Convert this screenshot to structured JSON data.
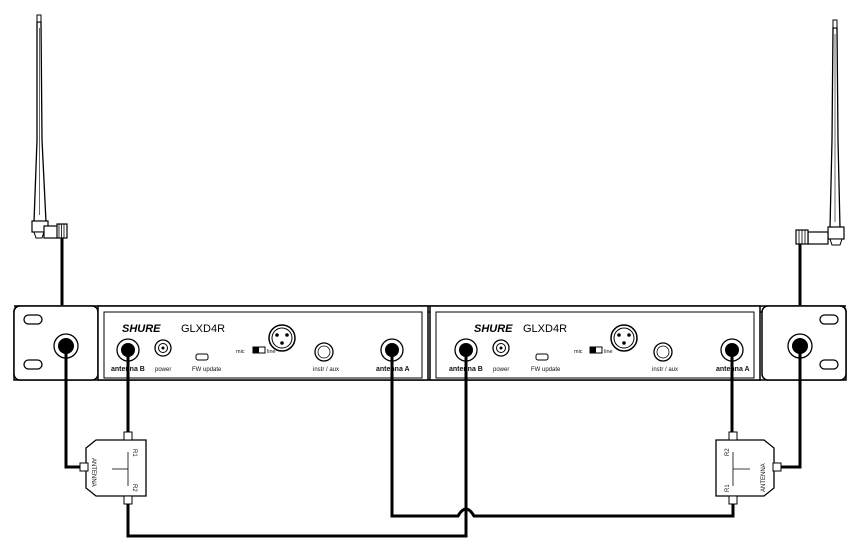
{
  "receivers": [
    {
      "brand": "SHURE",
      "model": "GLXD4R",
      "labels": {
        "antenna_b": "antenna B",
        "power": "power",
        "fw_update": "FW update",
        "mic": "mic",
        "line": "line",
        "instr_aux": "instr / aux",
        "antenna_a": "antenna A"
      }
    },
    {
      "brand": "SHURE",
      "model": "GLXD4R",
      "labels": {
        "antenna_b": "antenna B",
        "power": "power",
        "fw_update": "FW update",
        "mic": "mic",
        "line": "line",
        "instr_aux": "instr / aux",
        "antenna_a": "antenna A"
      }
    }
  ],
  "splitters": [
    {
      "label": "ANTENNA",
      "port1": "R1",
      "port2": "R2"
    },
    {
      "label": "ANTENNA",
      "port1": "R1",
      "port2": "R2"
    }
  ],
  "colors": {
    "line": "#000000",
    "fill": "#ffffff"
  }
}
